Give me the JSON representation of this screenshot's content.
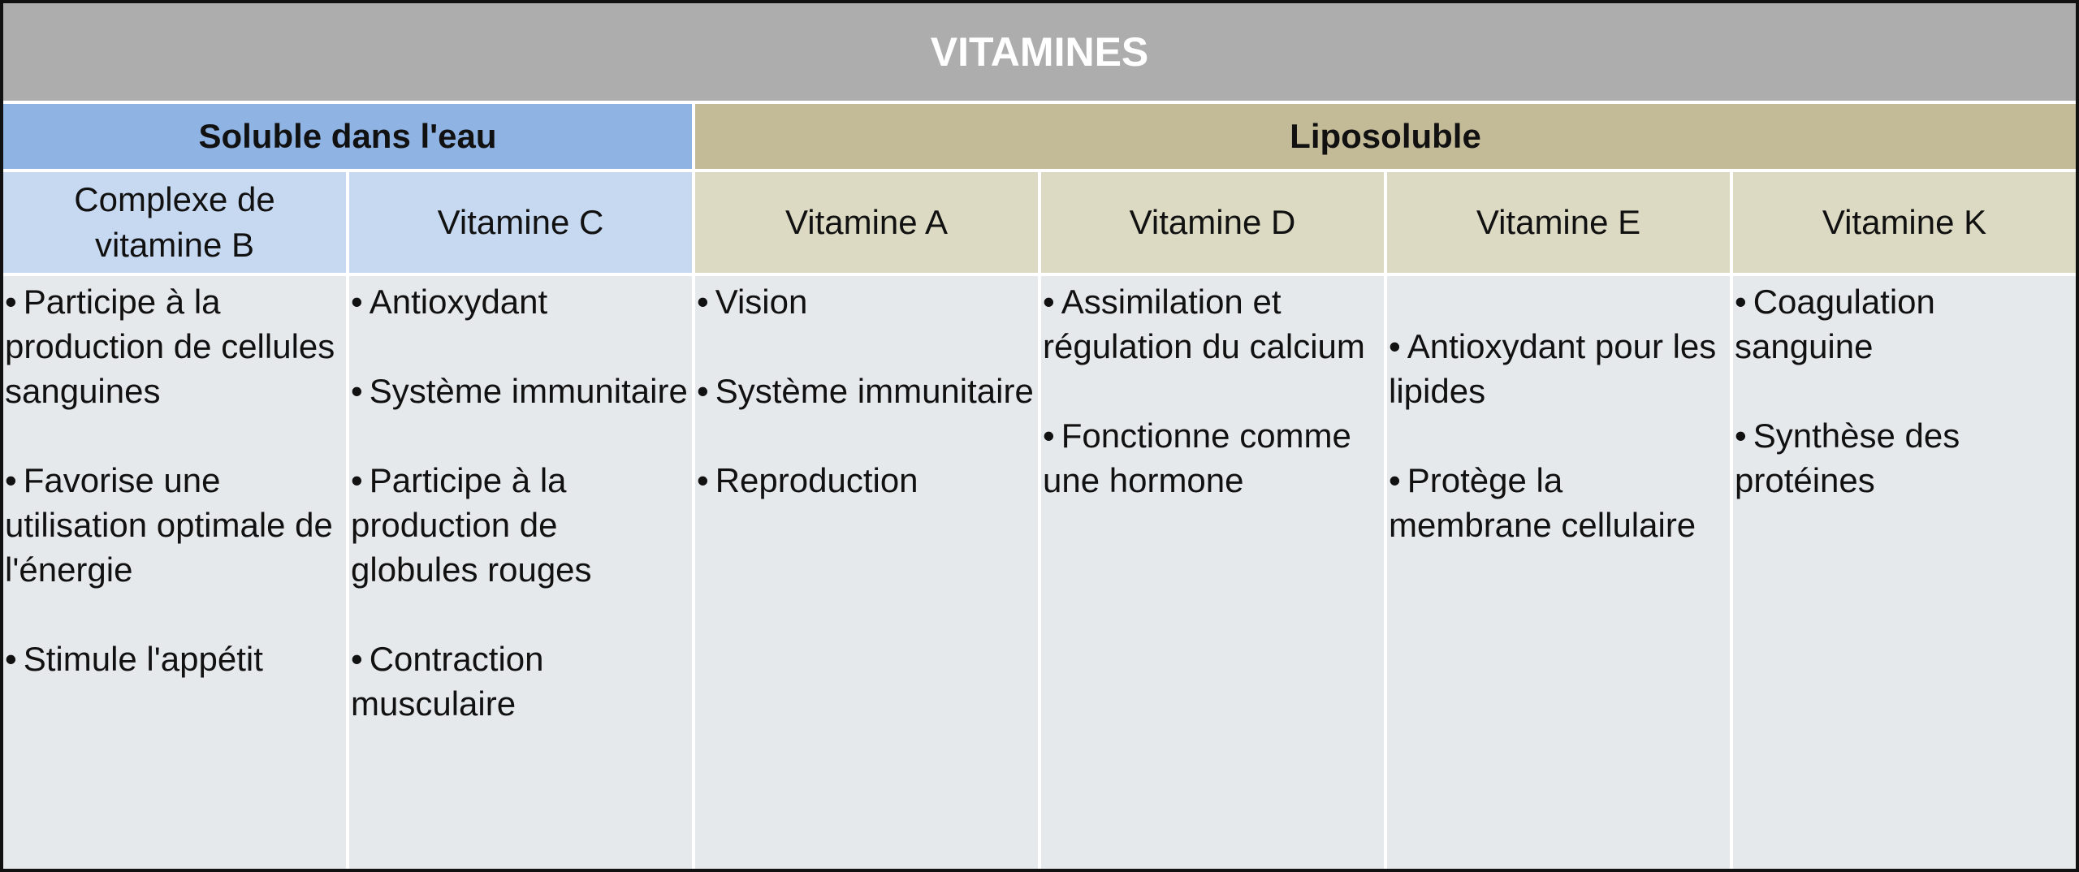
{
  "colors": {
    "title_bg": "#adadad",
    "water_group_bg": "#8fb3e3",
    "fat_group_bg": "#c3bb98",
    "water_head_bg": "#c7d9f1",
    "fat_head_bg": "#dcdac3",
    "body_bg": "#e6e9ec",
    "border": "#111111"
  },
  "table": {
    "title": "VITAMINES",
    "groups": {
      "water": "Soluble dans l'eau",
      "fat": "Liposoluble"
    },
    "columns": [
      {
        "header": "Complexe de vitamine B",
        "items": [
          "Participe à la production de cellules sanguines",
          "Favorise une utilisation optimale de l'énergie",
          "Stimule l'appétit"
        ]
      },
      {
        "header": "Vitamine C",
        "items": [
          "Antioxydant",
          "Système immunitaire",
          "Participe à la production de globules rouges",
          "Contraction musculaire"
        ]
      },
      {
        "header": "Vitamine A",
        "items": [
          "Vision",
          "Système immunitaire",
          "Reproduction"
        ]
      },
      {
        "header": "Vitamine D",
        "items": [
          "Assimilation et régulation du calcium",
          "Fonctionne comme une hormone"
        ]
      },
      {
        "header": "Vitamine E",
        "items": [
          "Antioxydant pour les lipides",
          "Protège la membrane cellulaire"
        ]
      },
      {
        "header": "Vitamine K",
        "items": [
          "Coagulation sanguine",
          "Synthèse des protéines"
        ]
      }
    ]
  }
}
